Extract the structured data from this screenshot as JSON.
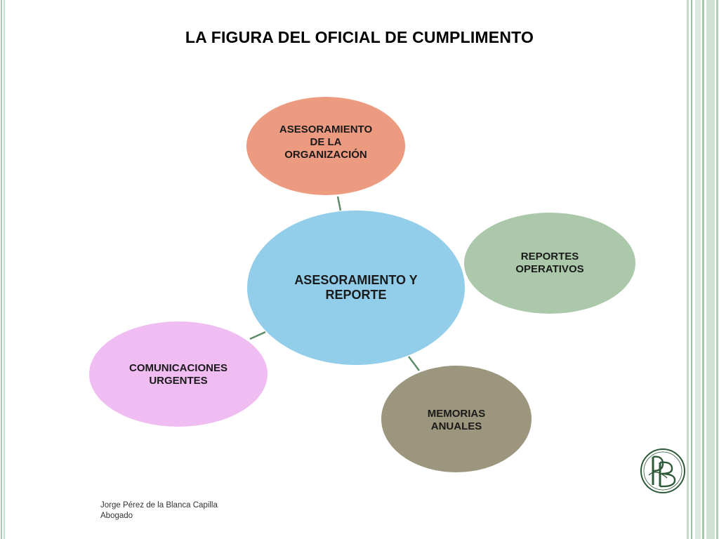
{
  "slide": {
    "title": "LA FIGURA DEL OFICIAL DE CUMPLIMENTO",
    "footer": {
      "author": "Jorge Pérez de la Blanca Capilla",
      "role": "Abogado"
    }
  },
  "diagram": {
    "center": {
      "label_line1": "ASESORAMIENTO Y",
      "label_line2": "REPORTE",
      "color": "#92cde9"
    },
    "nodes": [
      {
        "id": "asesoramiento-organizacion",
        "line1": "ASESORAMIENTO",
        "line2": "DE LA",
        "line3": "ORGANIZACIÓN",
        "color": "#ec9a80"
      },
      {
        "id": "reportes-operativos",
        "line1": "REPORTES",
        "line2": "OPERATIVOS",
        "color": "#abc9aa"
      },
      {
        "id": "memorias-anuales",
        "line1": "MEMORIAS",
        "line2": "ANUALES",
        "color": "#9b967d"
      },
      {
        "id": "comunicaciones-urgentes",
        "line1": "COMUNICACIONES",
        "line2": "URGENTES",
        "color": "#f0bdf3"
      }
    ],
    "connector_color": "#5f8c6a"
  },
  "logo": {
    "icon": "monogram-logo-icon",
    "color": "#2f5a3a"
  }
}
